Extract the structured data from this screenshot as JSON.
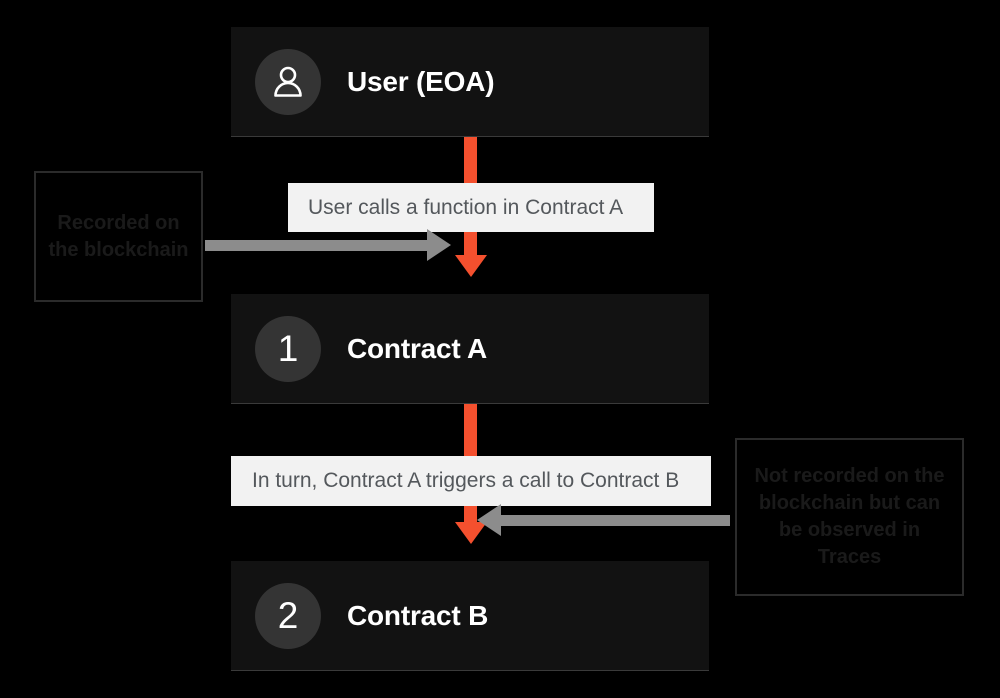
{
  "diagram": {
    "title": "Smart contract call flow",
    "background_color": "#000000",
    "accent_color": "#F4502E",
    "arrow_gray": "#8c8c8c",
    "chip_background": "#F2F2F2",
    "node_background": "#121212",
    "badge_background": "#343434"
  },
  "nodes": [
    {
      "id": "user",
      "badge_type": "person-icon",
      "badge_label": "",
      "title": "User (EOA)"
    },
    {
      "id": "contract-a",
      "badge_type": "number",
      "badge_label": "1",
      "title": "Contract A"
    },
    {
      "id": "contract-b",
      "badge_type": "number",
      "badge_label": "2",
      "title": "Contract B"
    }
  ],
  "steps": [
    {
      "id": "step-1",
      "label": "User calls a function in Contract A"
    },
    {
      "id": "step-2",
      "label": "In turn, Contract A triggers a call to Contract B"
    }
  ],
  "annotations": [
    {
      "id": "annotation-left",
      "text": "Recorded on the blockchain",
      "points_to": "step-1",
      "arrow_direction": "right"
    },
    {
      "id": "annotation-right",
      "text": "Not recorded on the blockchain but can be observed in Traces",
      "points_to": "step-2",
      "arrow_direction": "left"
    }
  ]
}
